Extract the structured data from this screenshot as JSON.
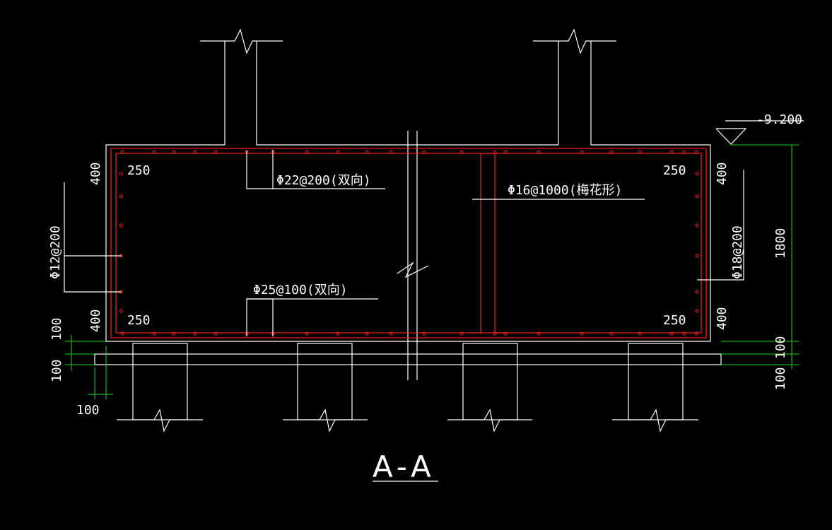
{
  "drawing": {
    "section_title": "A-A",
    "elevation": "-9.200",
    "rebar": {
      "top": "Φ22@200(双向)",
      "bottom": "Φ25@100(双向)",
      "tie": "Φ16@1000(梅花形)",
      "left_side": "Φ12@200",
      "right_side": "Φ18@200"
    },
    "dims": {
      "top_left_400": "400",
      "bottom_left_400": "400",
      "top_right_400": "400",
      "bottom_right_400": "400",
      "top_left_250": "250",
      "bottom_left_250": "250",
      "top_right_250": "250",
      "bottom_right_250": "250",
      "height_1800": "1800",
      "left_100_a": "100",
      "left_100_b": "100",
      "left_100_c": "100",
      "right_100_a": "100",
      "right_100_b": "100"
    },
    "colors": {
      "background": "#000000",
      "lines": "#ffffff",
      "rebar": "#ff1a1a",
      "dimension": "#19d219"
    }
  }
}
